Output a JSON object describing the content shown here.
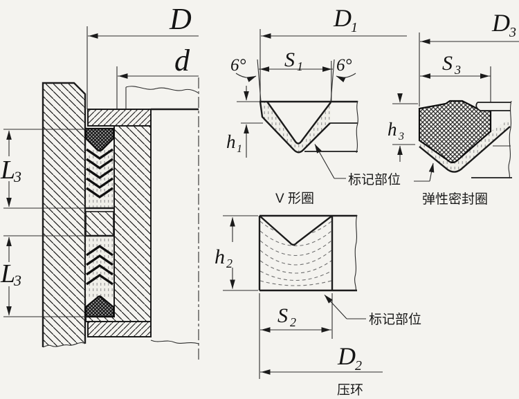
{
  "colors": {
    "paper": "#f4f3ef",
    "ink": "#1b1b1b"
  },
  "assembly": {
    "dims": {
      "D": "D",
      "d": "d",
      "L3": {
        "main": "L",
        "sub": "3"
      }
    }
  },
  "v_ring_detail": {
    "caption": "V 形圈",
    "dims": {
      "D1": {
        "main": "D",
        "sub": "1"
      },
      "S1": {
        "main": "S",
        "sub": "1"
      },
      "h1": {
        "main": "h",
        "sub": "1"
      },
      "angle_left": "6°",
      "angle_right": "6°"
    }
  },
  "elastic_ring_detail": {
    "caption": "弹性密封圈",
    "dims": {
      "D3": {
        "main": "D",
        "sub": "3"
      },
      "S3": {
        "main": "S",
        "sub": "3"
      },
      "h3": {
        "main": "h",
        "sub": "3"
      }
    }
  },
  "pressure_ring_detail": {
    "caption": "压环",
    "dims": {
      "D2": {
        "main": "D",
        "sub": "2"
      },
      "S2": {
        "main": "S",
        "sub": "2"
      },
      "h2": {
        "main": "h",
        "sub": "2"
      }
    }
  },
  "annotations": {
    "marking_area": "标记部位"
  }
}
